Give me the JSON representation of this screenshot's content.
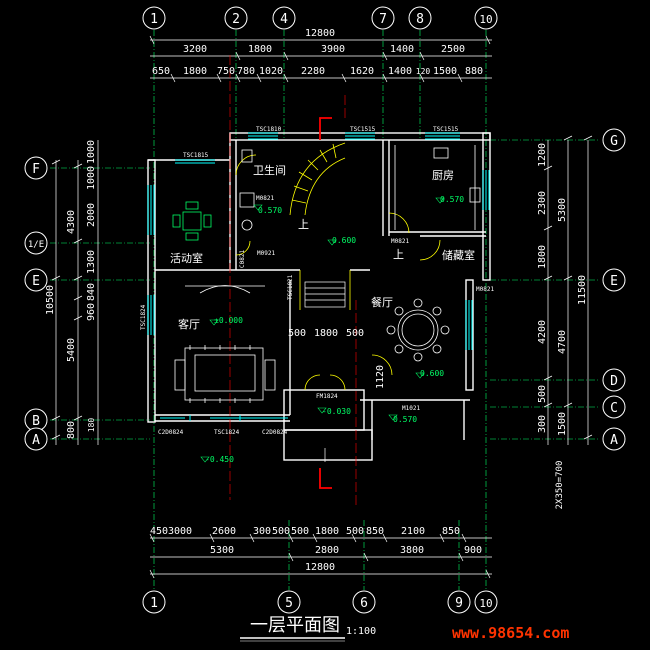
{
  "colors": {
    "background": "#000000",
    "grid": "#00ff66",
    "dimension": "#ffffff",
    "wall": "#ffffff",
    "window": "#00ffff",
    "door": "#ffff00",
    "section": "#ff0000",
    "furniture": "#ffffff",
    "watermark": "#ff3300"
  },
  "axes": {
    "top": [
      "1",
      "2",
      "4",
      "7",
      "8",
      "10"
    ],
    "bottom": [
      "1",
      "5",
      "6",
      "9",
      "10"
    ],
    "left": [
      "F",
      "1/E",
      "E",
      "B",
      "A"
    ],
    "right": [
      "G",
      "E",
      "D",
      "C",
      "A"
    ]
  },
  "dims": {
    "top_total": "12800",
    "top_row1": [
      "3200",
      "1800",
      "3900",
      "1400",
      "2500"
    ],
    "top_row2": [
      "650",
      "1800",
      "750",
      "780",
      "1020",
      "2280",
      "1620",
      "1400",
      "120",
      "1500",
      "880"
    ],
    "bottom_row1": [
      "450",
      "3000",
      "2600",
      "300",
      "500",
      "500",
      "1800",
      "500",
      "850",
      "2100",
      "850"
    ],
    "bottom_row2": [
      "5300",
      "2800",
      "3800",
      "900"
    ],
    "bottom_total": "12800",
    "left_total": "10500",
    "left_col1": [
      "4300",
      "5400",
      "800"
    ],
    "left_col2": [
      "1000",
      "1000",
      "2000",
      "1300",
      "840",
      "960",
      "180"
    ],
    "right_total": "11500",
    "right_col1": [
      "5300",
      "4700",
      "1500"
    ],
    "right_col2": [
      "1200",
      "2300",
      "1800",
      "4200",
      "500",
      "300"
    ],
    "stair_note": "2X350=700",
    "inner": [
      "500",
      "1800",
      "500",
      "1120"
    ]
  },
  "rooms": {
    "bathroom": "卫生间",
    "kitchen": "厨房",
    "activity": "活动室",
    "storage": "储藏室",
    "living": "客厅",
    "dining": "餐厅",
    "up1": "上",
    "up2": "上"
  },
  "levels": {
    "bath": "0.570",
    "kitchen": "0.570",
    "hall": "0.600",
    "living": "±0.000",
    "dining": "0.600",
    "porch": "-0.030",
    "terrace": "0.570",
    "outside": "-0.450"
  },
  "tags": {
    "top": [
      "TSC1810",
      "TSC1515",
      "TSC1515"
    ],
    "activity": "TSC1815",
    "bath_door": "M0821",
    "kitchen_door": "M0821",
    "door2100": "M0921",
    "door_right": "M0821",
    "living_window": "TSC1824",
    "left_win": "C2D0824",
    "right_win": "C2D0824",
    "porch_door": "FM1824",
    "dining_door": "M1021",
    "left_tall": "TSC1824",
    "right_small": "C0821",
    "activity_small": "TSC1821"
  },
  "title": {
    "text": "一层平面图",
    "scale": "1:100"
  },
  "watermark": "www.98654.com"
}
